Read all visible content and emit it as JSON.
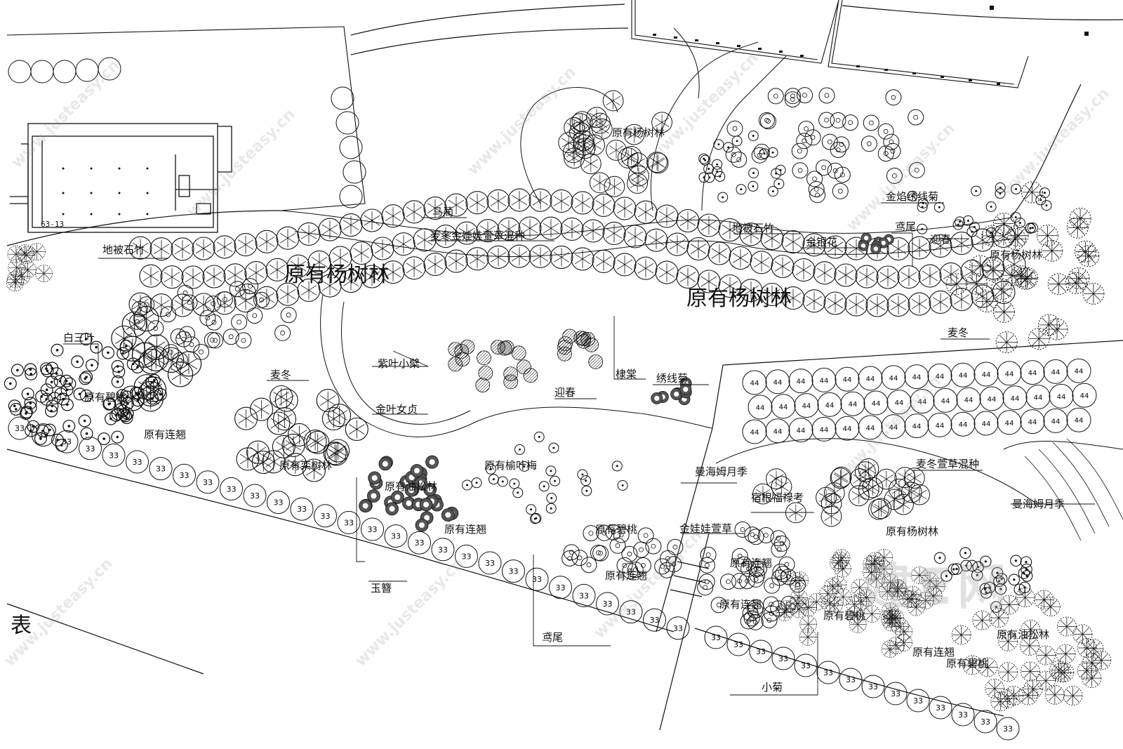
{
  "building": {
    "code": "63-13"
  },
  "labels": {
    "poplar_main_1": "原有杨树林",
    "poplar_main_2": "原有杨树林",
    "poplar_top": "原有杨树林",
    "poplar_right": "原有杨树林",
    "poplar_lower": "原有杨树林",
    "ground_bamboo_left": "地被石竹",
    "ground_bamboo_right": "地被石竹",
    "maiyuan": "马蔺",
    "mixed_planting": "麦冬金娃娃萱草混种",
    "gold_spiraea": "金焰绣线菊",
    "iris_top": "鸢尾",
    "yingchun_top": "迎春",
    "honeysuckle": "金银花",
    "white_clover": "白三叶",
    "maidong_left": "麦冬",
    "maidong_right": "麦冬",
    "purple_barberry": "紫叶小檗",
    "gold_privet": "金叶女贞",
    "yingchun_mid": "迎春",
    "kerria": "棣棠",
    "spiraea": "绣线菊",
    "orig_sabina_left": "原有碧桃",
    "orig_lianqiao_left": "原有连翘",
    "orig_yellowtree": "原有栾树林",
    "orig_pine_1": "原有油松林",
    "orig_yuyemei": "原有榆叶梅",
    "orig_lianqiao_mid": "原有连翘",
    "orig_sabina_mid": "原有碧桃",
    "orig_lianqiao_mid2": "原有连翘",
    "yuzan": "玉簪",
    "iris_bottom": "鸢尾",
    "manhaimu_1": "曼海姆月季",
    "manhaimu_2": "曼海姆月季",
    "sedum": "宿根福禄考",
    "golden_daylily": "金娃娃萱草",
    "maidong_daylily": "麦冬萱草混种",
    "orig_lianqiao_low": "原有连翘",
    "orig_poplar_low": "原有杨树林",
    "orig_sabina_low": "原有碧桃",
    "orig_pine_low": "原有油松林",
    "orig_lianqiao_low2": "原有连翘",
    "orig_sabina_low2": "原有碧桃",
    "xiaoju": "小菊",
    "biao": "表",
    "orig_lianqiao_low3": "原有连翘"
  },
  "tree_codes": {
    "street_tree": "33",
    "grid_tree": "44"
  },
  "watermark": {
    "text": "www.justeasy.cn",
    "brand": "建E网"
  }
}
